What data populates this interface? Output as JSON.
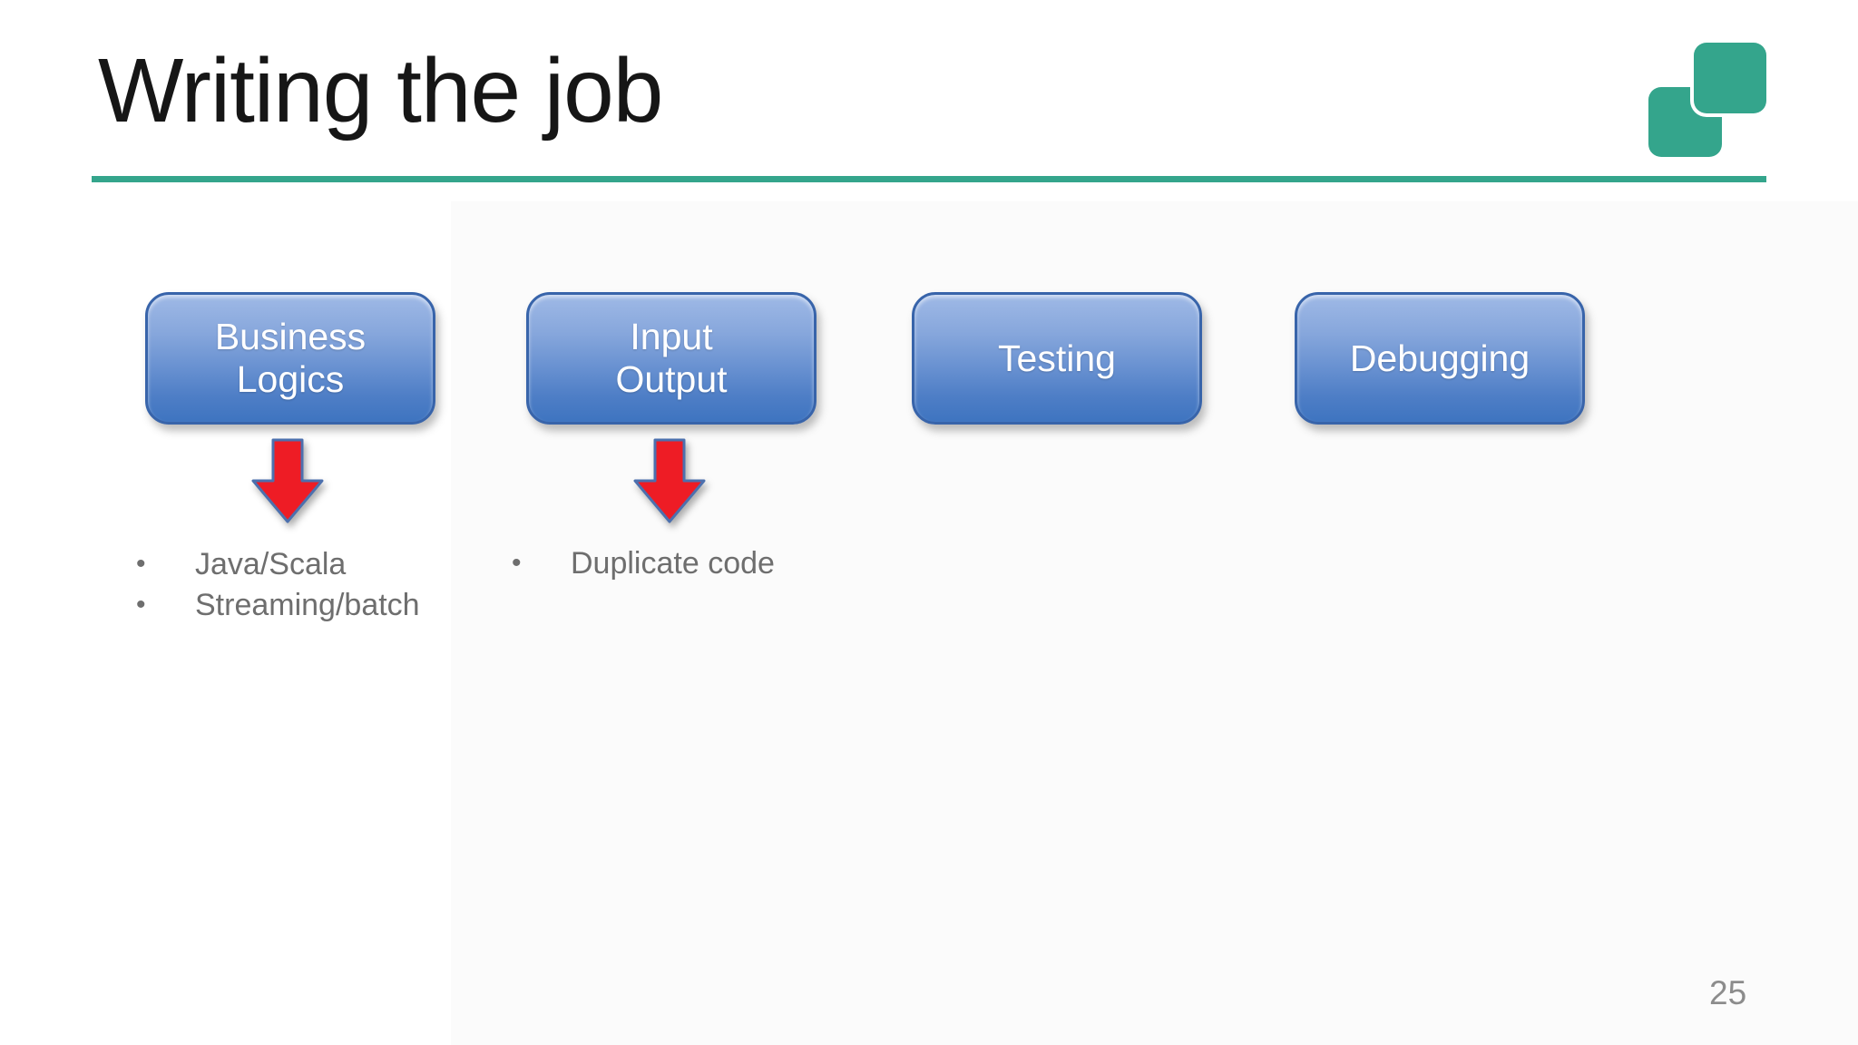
{
  "theme": {
    "accent": "#34A58C",
    "box-top": "#9FB9E6",
    "box-mid": "#6B93D2",
    "box-bottom": "#3E74C0",
    "box-border": "#3864AA",
    "box-text": "#FFFFFF",
    "arrow-fill": "#EE1C25",
    "arrow-border": "#4C70AE",
    "title-color": "#161616",
    "bullet-color": "#6E6E6E",
    "page-number-color": "#8C8C8C"
  },
  "slide": {
    "title": "Writing the job",
    "page_number": "25",
    "boxes": [
      {
        "label": "Business\nLogics"
      },
      {
        "label": "Input\nOutput"
      },
      {
        "label": "Testing"
      },
      {
        "label": "Debugging"
      }
    ],
    "bullet_groups": [
      {
        "items": [
          "Java/Scala",
          "Streaming/batch"
        ]
      },
      {
        "items": [
          "Duplicate code"
        ]
      }
    ],
    "icons": {
      "logo": "two-overlapping-teal-rounded-squares",
      "arrow": "red-down-arrow"
    },
    "bullet_char": "•"
  }
}
